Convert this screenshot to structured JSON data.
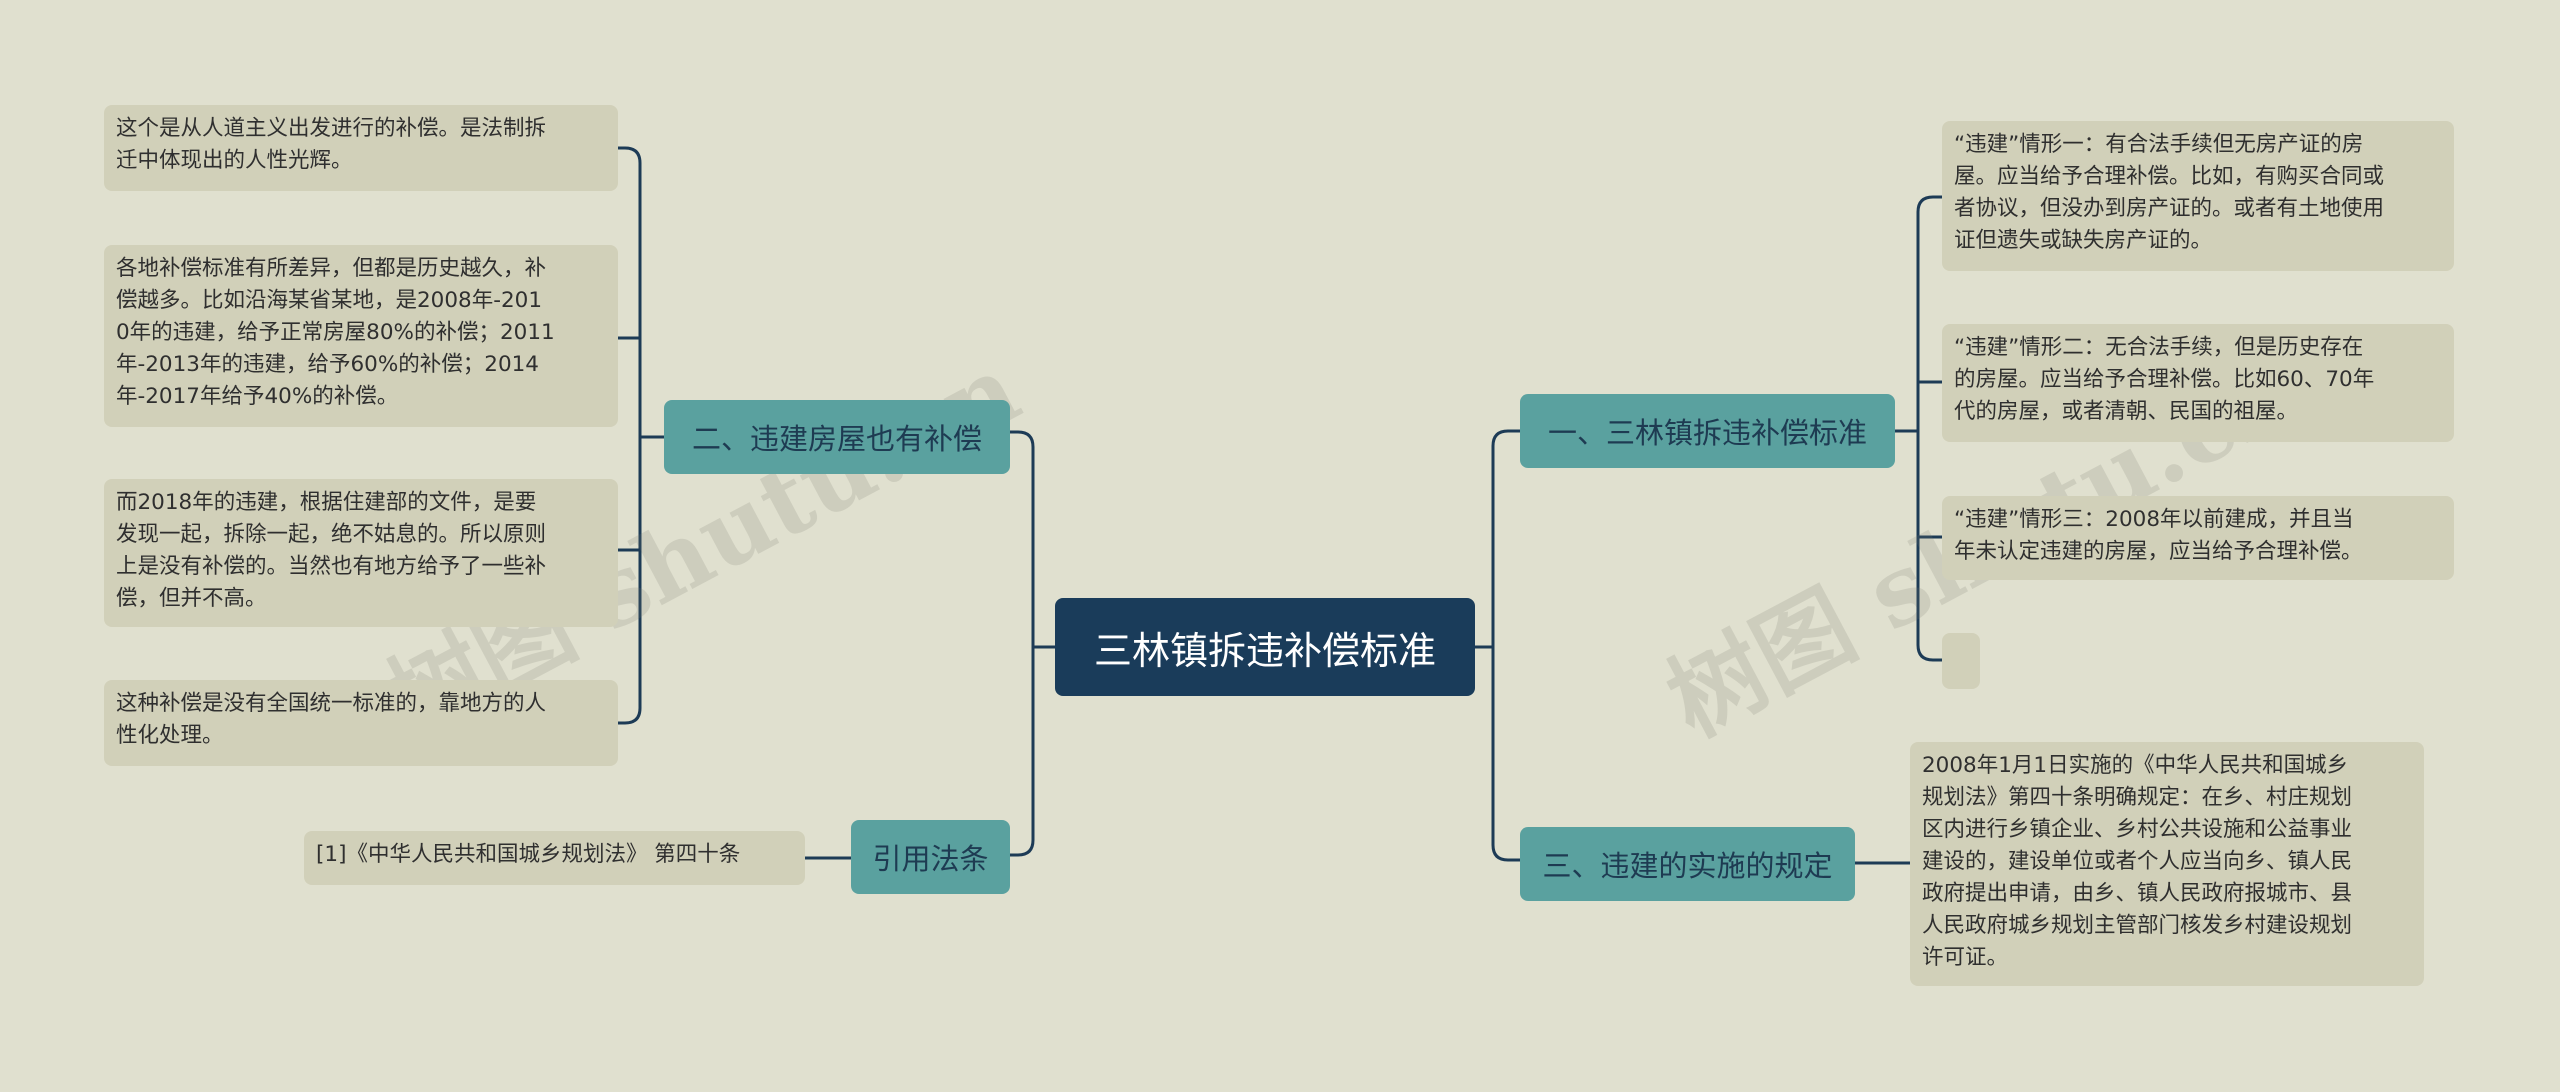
{
  "root": {
    "label": "三林镇拆违补偿标准"
  },
  "branches": {
    "standard": {
      "label": "一、三林镇拆违补偿标准",
      "items": [
        "“违建”情形一：有合法手续但无房产证的房\n屋。应当给予合理补偿。比如，有购买合同或\n者协议，但没办到房产证的。或者有土地使用\n证但遗失或缺失房产证的。",
        "“违建”情形二：无合法手续，但是历史存在\n的房屋。应当给予合理补偿。比如60、70年\n代的房屋，或者清朝、民国的祖屋。",
        "“违建”情形三：2008年以前建成，并且当\n年未认定违建的房屋，应当给予合理补偿。",
        ""
      ]
    },
    "regulation": {
      "label": "三、违建的实施的规定",
      "items": [
        "2008年1月1日实施的《中华人民共和国城乡\n规划法》第四十条明确规定：在乡、村庄规划\n区内进行乡镇企业、乡村公共设施和公益事业\n建设的，建设单位或者个人应当向乡、镇人民\n政府提出申请，由乡、镇人民政府报城市、县\n人民政府城乡规划主管部门核发乡村建设规划\n许可证。"
      ]
    },
    "compensation": {
      "label": "二、违建房屋也有补偿",
      "items": [
        "这个是从人道主义出发进行的补偿。是法制拆\n迁中体现出的人性光辉。",
        "各地补偿标准有所差异，但都是历史越久，补\n偿越多。比如沿海某省某地，是2008年-201\n0年的违建，给予正常房屋80%的补偿；2011\n年-2013年的违建，给予60%的补偿；2014\n年-2017年给予40%的补偿。",
        "而2018年的违建，根据住建部的文件，是要\n发现一起，拆除一起，绝不姑息的。所以原则\n上是没有补偿的。当然也有地方给予了一些补\n偿，但并不高。",
        "这种补偿是没有全国统一标准的，靠地方的人\n性化处理。"
      ]
    },
    "law": {
      "label": "引用法条",
      "items": [
        "[1]《中华人民共和国城乡规划法》 第四十条"
      ]
    }
  },
  "watermarks": [
    "树图 shutu.cn",
    "树图 shutu.cn"
  ],
  "colors": {
    "background": "#e0e0cf",
    "root": "#1a3c5a",
    "branch": "#5aa19f",
    "leaf": "#d1d0b9",
    "line": "#1d3b56"
  }
}
